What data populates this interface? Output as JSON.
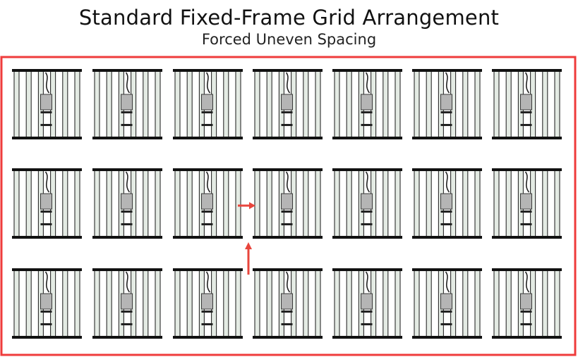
{
  "title": "Standard Fixed-Frame Grid Arrangement",
  "subtitle": "Forced Uneven Spacing",
  "layout": {
    "rows": 3,
    "columns": 7,
    "bars_per_fixture": 6
  },
  "colors": {
    "frame_border": "#ef3b3b",
    "arrow": "#e8453c",
    "bar_fill": "#e4ebe4",
    "bar_stroke": "#2b2b2b",
    "rail": "#111111",
    "driver": "#b5b5b5"
  },
  "icons": {
    "fixture": "grow-light-fixture-icon",
    "arrow_right": "arrow-right-icon",
    "arrow_up": "arrow-up-icon"
  }
}
